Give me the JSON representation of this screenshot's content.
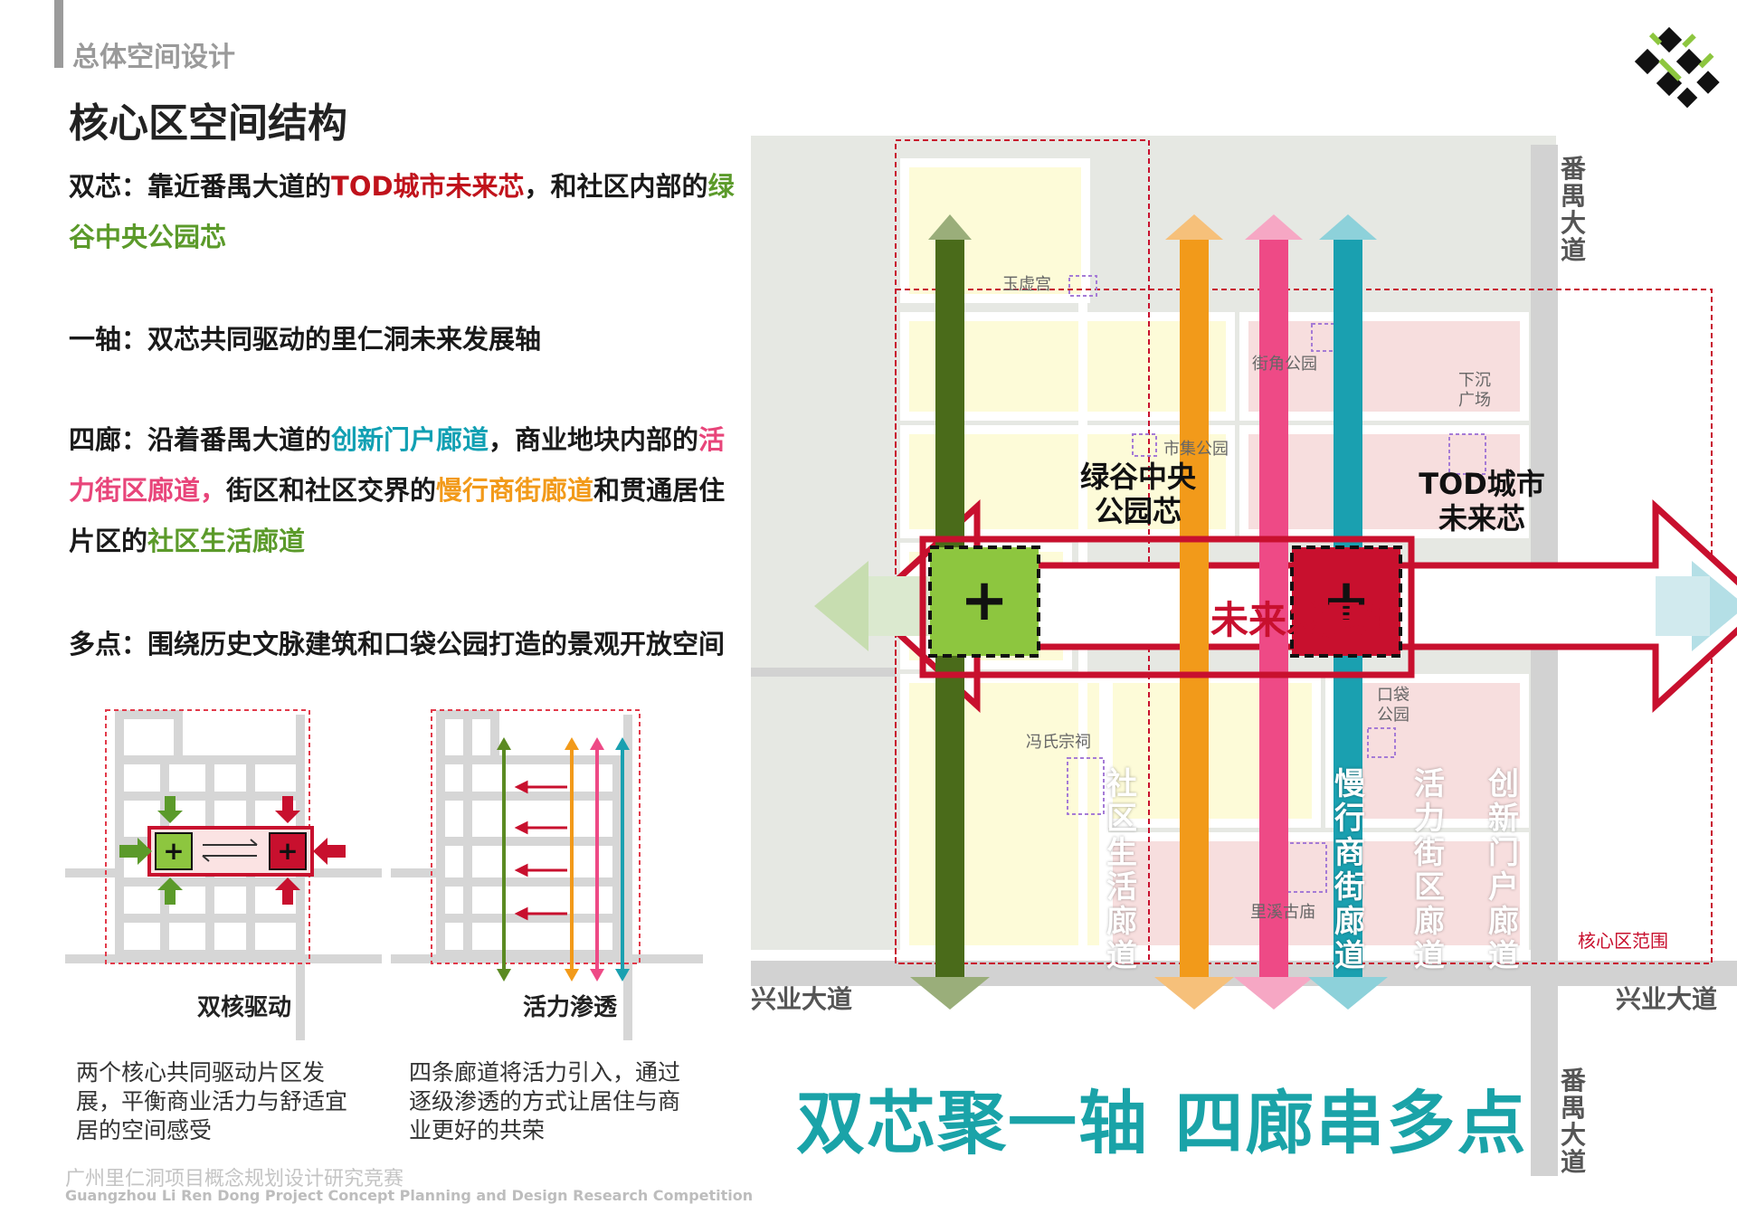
{
  "header": {
    "section": "总体空间设计",
    "title": "核心区空间结构"
  },
  "text": {
    "p1": {
      "label": "双芯：",
      "t1": "靠近番禺大道的",
      "hl1": "TOD城市未来芯",
      "t2": "，和社区内部的",
      "hl2": "绿谷中央公园芯"
    },
    "p2": {
      "label": "一轴：",
      "t1": "双芯共同驱动的里仁洞未来发展轴"
    },
    "p3": {
      "label": "四廊：",
      "t1": "沿着番禺大道的",
      "hl1": "创新门户廊道",
      "t2": "，商业地块内部的",
      "hl2": "活力街区廊道",
      "hl2b": "，",
      "t3": "街区和社区交界的",
      "hl3": "慢行商街廊道",
      "t4": "和贯通居住片区的",
      "hl4": "社区生活廊道"
    },
    "p4": {
      "label": "多点：",
      "t1": "围绕历史文脉建筑和口袋公园打造的景观开放空间"
    }
  },
  "mini": {
    "left": {
      "caption": "双核驱动",
      "desc": "两个核心共同驱动片区发展，平衡商业活力与舒适宜居的空间感受"
    },
    "right": {
      "caption": "活力渗透",
      "desc": "四条廊道将活力引入，通过逐级渗透的方式让居住与商业更好的共荣"
    }
  },
  "map": {
    "roads": {
      "v_top": "番禺大道",
      "v_bottom": "番禺大道",
      "h_left": "兴业大道",
      "h_right": "兴业大道"
    },
    "pois": [
      "玉虚宫",
      "街角公园",
      "下沉广场",
      "市集公园",
      "口袋公园",
      "冯氏宗祠",
      "里溪古庙"
    ],
    "cores": {
      "green": "绿谷中央公园芯",
      "green_l1": "绿谷中央",
      "green_l2": "公园芯",
      "red_l1": "TOD城市",
      "red_l2": "未来芯"
    },
    "axis": "未来发展轴",
    "range": "核心区范围",
    "corridors": [
      "社区生活廊道",
      "慢行商街廊道",
      "活力街区廊道",
      "创新门户廊道"
    ],
    "colors": {
      "green": "#4a6b1a",
      "orange": "#f29a1a",
      "pink": "#ee4a86",
      "teal": "#1aa0b0",
      "red": "#c8102e",
      "lightgreen": "#8dc63f"
    }
  },
  "slogan": "双芯聚一轴 四廊串多点",
  "footer": {
    "cn": "广州里仁洞项目概念规划设计研究竞赛",
    "en": "Guangzhou Li Ren Dong Project Concept Planning and Design Research Competition"
  }
}
